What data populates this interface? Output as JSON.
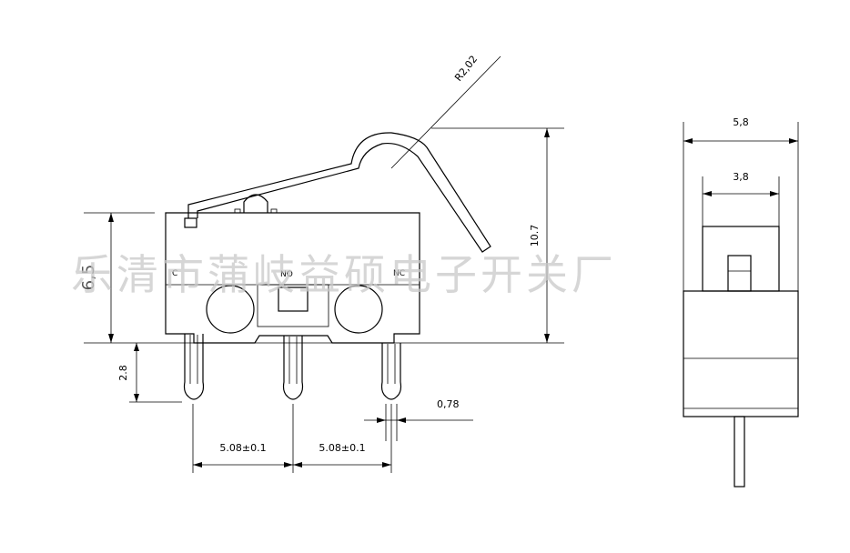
{
  "dimensions": {
    "radius": "R2,02",
    "height_total": "10.7",
    "height_body": "6,5",
    "pin_length": "2.8",
    "pin_width": "0,78",
    "pitch_left": "5.08±0.1",
    "pitch_right": "5.08±0.1",
    "side_width": "5,8",
    "side_inner": "3,8"
  },
  "pins": {
    "c": "C",
    "no": "NO",
    "nc": "NC"
  },
  "watermark": "乐清市蒲岐益硕电子开关厂",
  "colors": {
    "line": "#000000",
    "watermark": "#c9c9c9"
  }
}
